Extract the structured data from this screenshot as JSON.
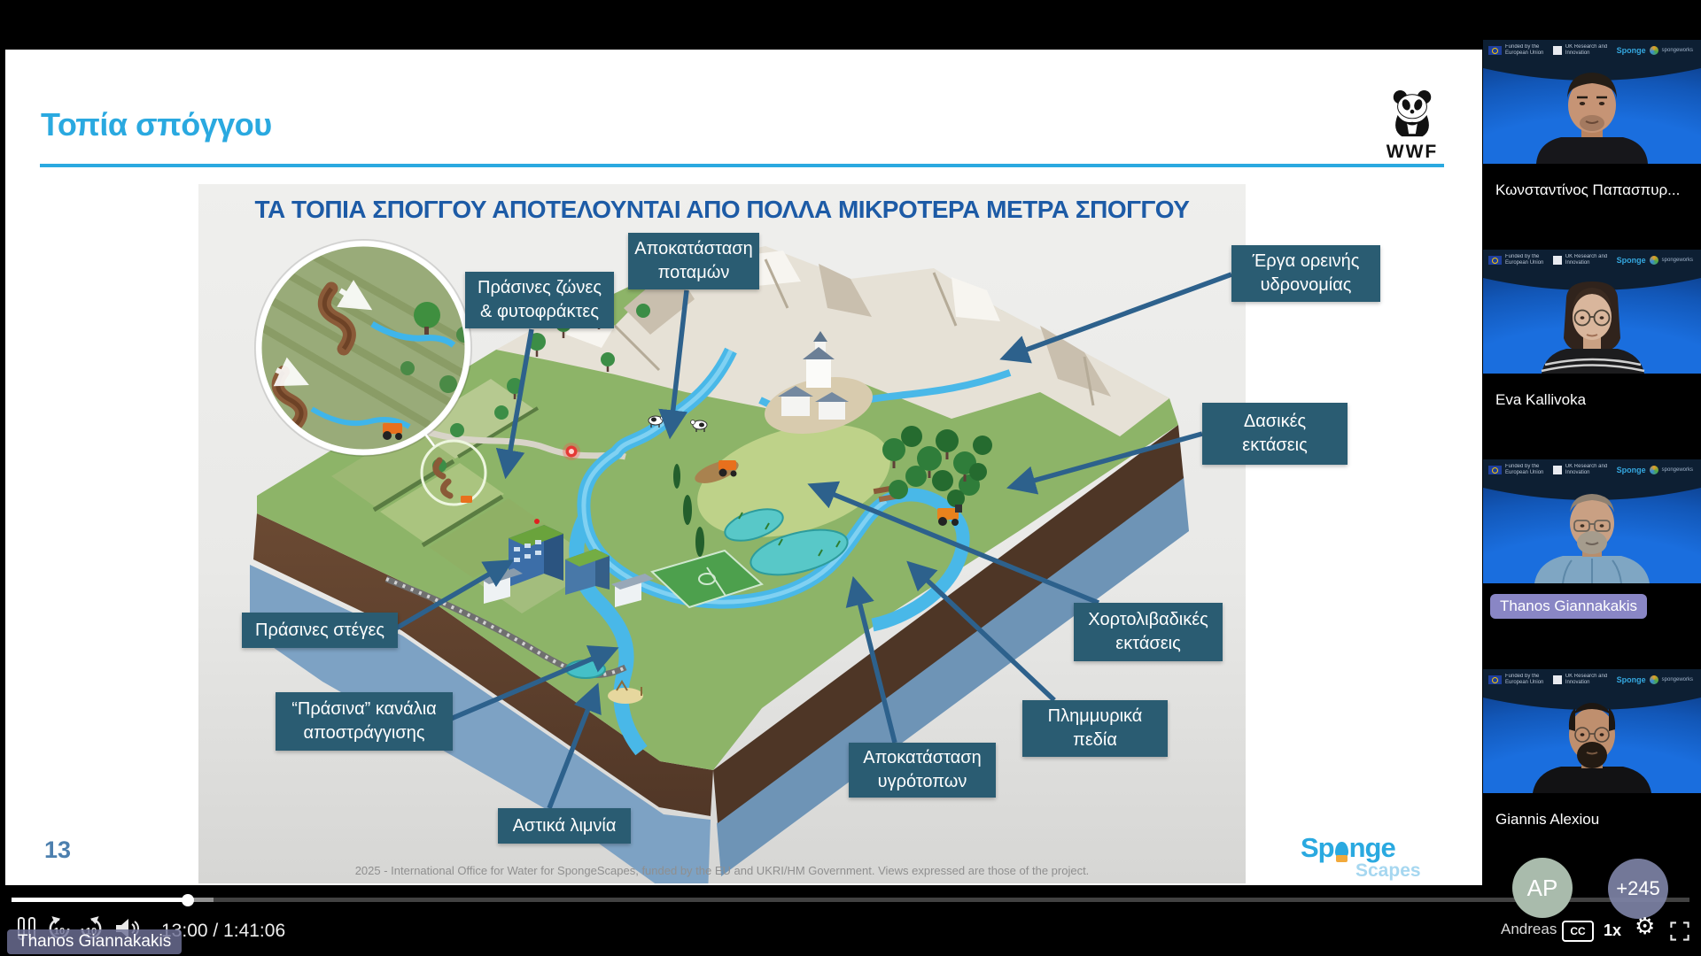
{
  "player": {
    "time_display": "13:00 / 1:41:06",
    "speed_label": "1x",
    "cc_label": "CC",
    "speaker_overlay": "Thanos Giannakakis",
    "avatar_initials": "AP",
    "avatar_name": "Andreas",
    "overflow_count": "+245"
  },
  "slide": {
    "title": "Τοπία σπόγγου",
    "page_number": "13",
    "heading": "ΤΑ ΤΟΠΙΑ ΣΠΟΓΓΟΥ ΑΠΟΤΕΛΟΥΝΤΑΙ ΑΠΟ ΠΟΛΛΑ ΜΙΚΡΟΤΕΡΑ ΜΕΤΡΑ ΣΠΟΓΓΟΥ",
    "footer": "2025 - International Office for Water for SpongeScapes, funded by the EU and UKRI/HM Government. Views expressed are those of the project.",
    "wwf_label": "WWF",
    "logo": {
      "part1": "Sp",
      "part2": "nge",
      "sub": "Scapes"
    },
    "labels": [
      {
        "text": "Αποκατάσταση\nποταμών"
      },
      {
        "text": "Πράσινες ζώνες\n& φυτοφράκτες"
      },
      {
        "text": "Έργα ορεινής\nυδρονομίας"
      },
      {
        "text": "Δασικές\nεκτάσεις"
      },
      {
        "text": "Πράσινες στέγες"
      },
      {
        "text": "“Πράσινα” κανάλια\nαποστράγγισης"
      },
      {
        "text": "Αστικά λιμνία"
      },
      {
        "text": "Αποκατάσταση\nυγρότοπων"
      },
      {
        "text": "Πλημμυρικά\nπεδία"
      },
      {
        "text": "Χορτολιβαδικές\nεκτάσεις"
      }
    ],
    "colors": {
      "accent_blue": "#2aa9e0",
      "heading_blue": "#1d5ba6",
      "label_bg": "#2a5c72",
      "arrow": "#2d618c"
    }
  },
  "participants": [
    {
      "name": "Κωνσταντίνος Παπασπυρ..."
    },
    {
      "name": "Eva Kallivoka"
    },
    {
      "name": "Thanos Giannakakis"
    },
    {
      "name": "Giannis Alexiou"
    }
  ],
  "tile_banner": {
    "eu_text": "Funded by the European Union",
    "ukri_text": "UK Research and Innovation",
    "sponge": "Sponge",
    "spongeworks": "spongeworks"
  }
}
